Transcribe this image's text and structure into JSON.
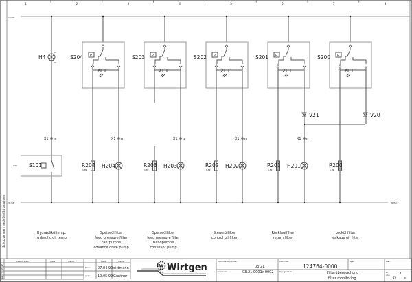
{
  "columns": [
    "1",
    "2",
    "3",
    "4",
    "5",
    "6",
    "7",
    "8"
  ],
  "rails": {
    "top": "15/30",
    "bottom_left": "31/58",
    "bottom_right": "31/58.1"
  },
  "side_note": "Schutzvermerk nach DIN 34 beachten",
  "components": {
    "H4": {
      "label": "H4",
      "pin1": "X1",
      "pin2": "X2"
    },
    "S101": {
      "label": "S101",
      "ref": ".X32",
      "connector": "X1",
      "pin": "18"
    },
    "switches": [
      {
        "label": "S204",
        "r": "R204",
        "rv": "1.8k",
        "h": "H204",
        "x1": "X1",
        "pin": "24"
      },
      {
        "label": "S203",
        "r": "R203",
        "rv": "1.8k",
        "h": "H203",
        "x1": "X1",
        "pin": "19"
      },
      {
        "label": "S202",
        "r": "R202",
        "rv": "1.8k",
        "h": "H202",
        "x1": "X1",
        "pin": "23"
      },
      {
        "label": "S201",
        "r": "R201",
        "rv": "1.8k",
        "h": "H201",
        "x1": "X1",
        "pin": "22"
      },
      {
        "label": "S200",
        "r": "R200",
        "rv": "1.8k"
      }
    ],
    "diodes": [
      "V21",
      "V20"
    ],
    "p_label": "P"
  },
  "descriptions": [
    [
      "Hydrauliköltemp.",
      "hydraulic oil temp."
    ],
    [
      "Speiseölfilter",
      "feed pressure filter",
      "Fahrpumpe",
      "advance drive pump"
    ],
    [
      "Speiseölfilter",
      "feed pressure filter",
      "Bandpumpe",
      "conveyor pump"
    ],
    [
      "Steuerölfilter",
      "control oil filter"
    ],
    [
      "Rücklauffilter",
      "return filter"
    ],
    [
      "Lecköl filter",
      "leakage oil filter"
    ]
  ],
  "title_block": {
    "mod_header": "Modification",
    "date_header": "Date",
    "name_header": "Name",
    "rows": [
      "a",
      "b",
      "c",
      "d"
    ],
    "drawn_label": "Drwn.",
    "drawn_date": "07.04.90",
    "drawn_name": "dittmann",
    "checked_label": "gepr.",
    "checked_date": "10.05.99",
    "checked_name": "Gunther",
    "logo": "Wirtgen",
    "machine_key_label": "Machine Key Code",
    "machine_key": "03.21",
    "ident_label": "Ident-No.",
    "ident": "124764-0000",
    "spec_label": "Spec",
    "plan_label": "Plan",
    "serial_label": "Serial-No.",
    "serial": "03.21.0001>0002",
    "designation_label": "Designation",
    "designation_de": "Filterüberwachung",
    "designation_en": "filter monitoring",
    "sheet_label": "Bl.",
    "sheet": "4",
    "of_label": "von",
    "of": "19",
    "next_label": "Bl."
  }
}
